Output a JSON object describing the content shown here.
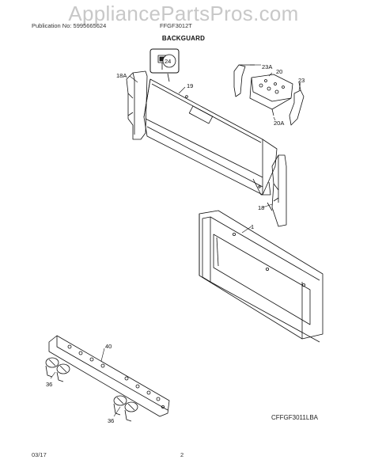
{
  "watermark": "AppliancePartsPros.com",
  "header": {
    "publication": "Publication No: 5995665624",
    "model": "FFGF3012T"
  },
  "title": "BACKGUARD",
  "diagram_code": "CFFGF3011LBA",
  "footer": {
    "date": "03/17",
    "page": "2"
  },
  "parts": {
    "p1": "1",
    "p18": "18",
    "p18a": "18A",
    "p19": "19",
    "p20": "20",
    "p20a": "20A",
    "p23": "23",
    "p23a": "23A",
    "p24": "24",
    "p36a": "36",
    "p36b": "36",
    "p40": "40"
  }
}
